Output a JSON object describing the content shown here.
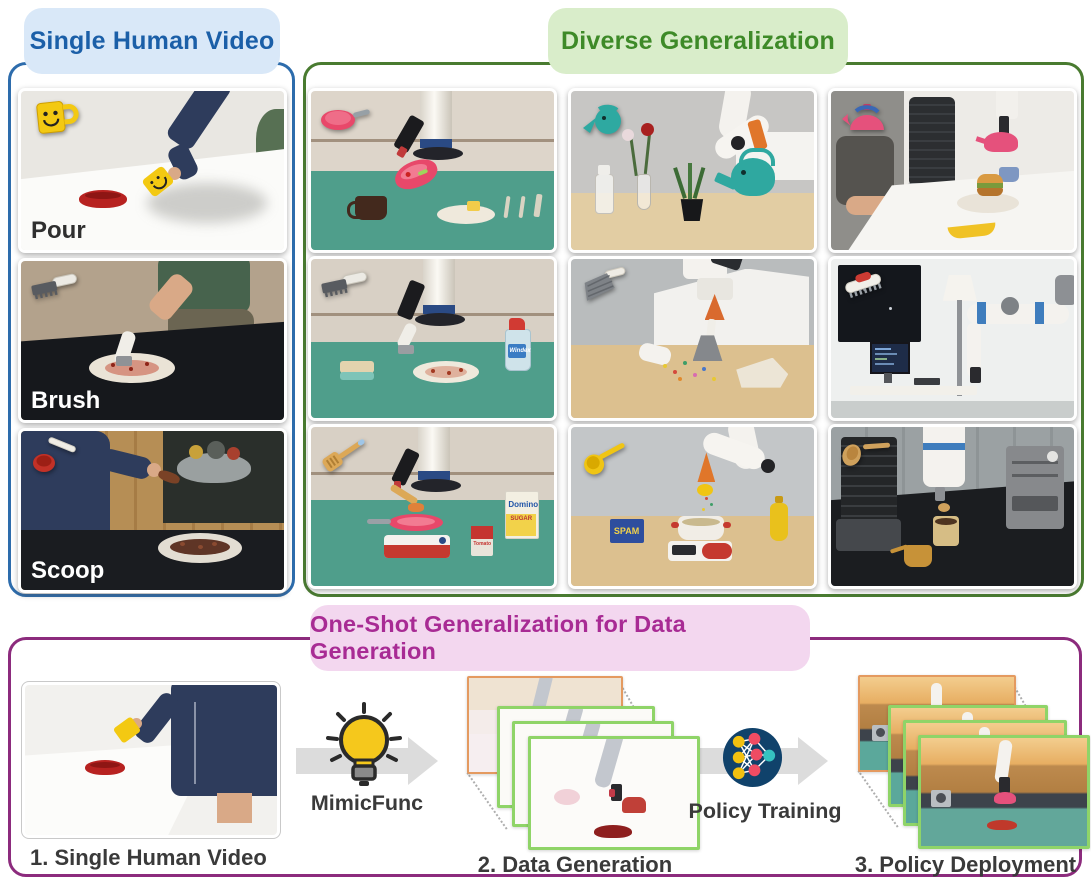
{
  "figure": {
    "sections": {
      "human_video": {
        "title": "Single Human Video",
        "colors": {
          "border": "#2d6cac",
          "pill_bg": "#d9e8f8",
          "title": "#1b5fa8"
        },
        "cards": [
          {
            "label": "Pour",
            "label_color": "#2f2f2f",
            "tool_inset": "smiley-mug-icon"
          },
          {
            "label": "Brush",
            "label_color": "#ffffff",
            "tool_inset": "hand-brush-icon"
          },
          {
            "label": "Scoop",
            "label_color": "#ffffff",
            "tool_inset": "red-spoon-icon"
          }
        ]
      },
      "diverse_generalization": {
        "title": "Diverse Generalization",
        "colors": {
          "border": "#497b30",
          "pill_bg": "#d9edca",
          "title": "#3e8a28"
        },
        "tool_insets": [
          "pink-frying-pan-icon",
          "watering-can-icon",
          "pink-kettle-icon",
          "hand-brush-icon",
          "hand-broom-icon",
          "scrub-brush-icon",
          "wooden-spatula-icon",
          "yellow-ladle-icon",
          "wooden-spoon-icon"
        ],
        "products": {
          "windex": "Windex",
          "domino_name": "Domino",
          "domino_sub": "SUGAR",
          "soup": "Tomato",
          "spam": "SPAM"
        }
      },
      "pipeline": {
        "title": "One-Shot Generalization for Data Generation",
        "colors": {
          "border": "#8c2b7d",
          "pill_bg": "#f3d7ef",
          "title": "#a82b94",
          "label": "#3a3a3a"
        },
        "steps": [
          {
            "label": "1. Single Human Video"
          },
          {
            "label": "2. Data Generation"
          },
          {
            "label": "3. Policy Deployment"
          }
        ],
        "arrows": [
          {
            "label": "MimicFunc",
            "icon": "lightbulb-icon"
          },
          {
            "label": "Policy Training",
            "icon": "neural-network-icon"
          }
        ]
      }
    }
  }
}
